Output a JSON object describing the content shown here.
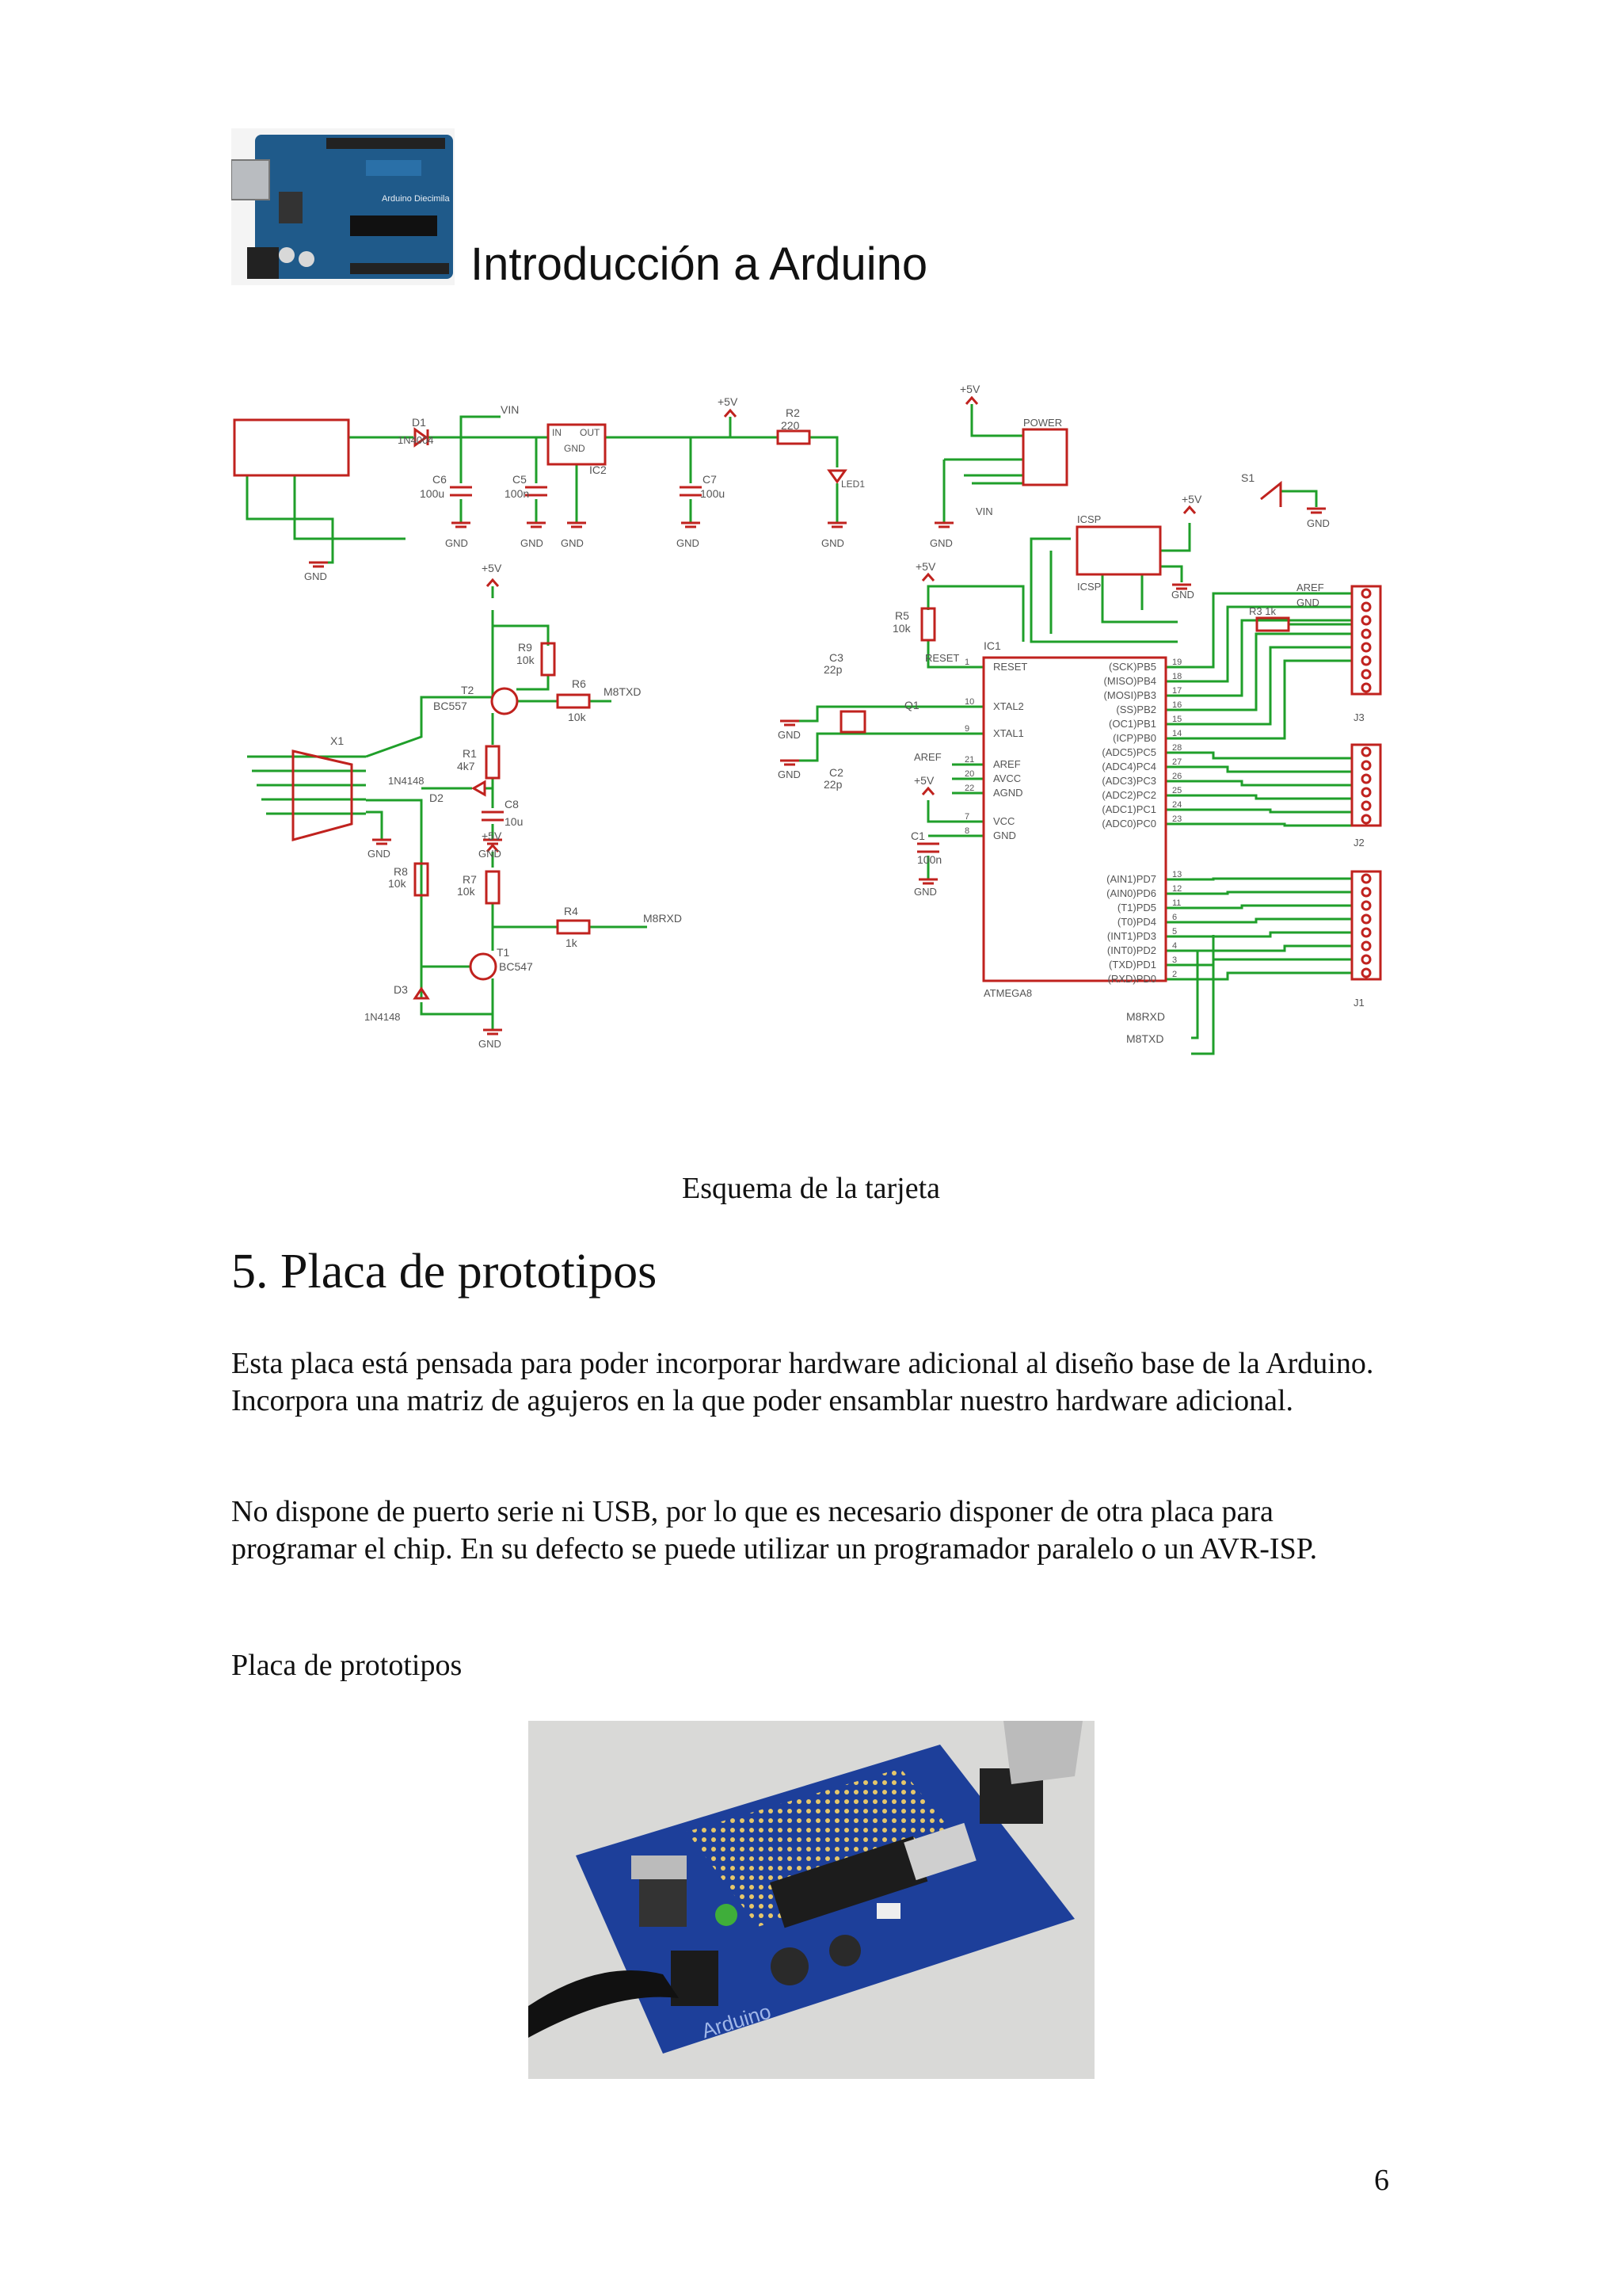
{
  "header": {
    "logo_icon": "arduino-board-photo-icon",
    "logo_text": "Arduino Diecimila",
    "title": "Introducción a Arduino"
  },
  "schematic": {
    "colors": {
      "wire": "#1f9f2a",
      "part": "#c0221e",
      "label": "#555555"
    },
    "labels": {
      "d1": "D1",
      "d1_part": "1N4004",
      "vin_top": "VIN",
      "c6": "C6",
      "c6_val": "100u",
      "c5": "C5",
      "c5_val": "100n",
      "ic2": "IC2",
      "in": "IN",
      "out": "OUT",
      "gnd": "GND",
      "c7": "C7",
      "c7_val": "100u",
      "plus5v": "+5V",
      "r2": "R2",
      "r2_val": "220",
      "led1": "LED1",
      "power": "POWER",
      "vin": "VIN",
      "s1": "S1",
      "icsp": "ICSP",
      "r3": "R3 1k",
      "aref": "AREF",
      "r5": "R5",
      "r5_val": "10k",
      "reset": "RESET",
      "ic1": "IC1",
      "c3": "C3",
      "c3_val": "22p",
      "q1": "Q1",
      "c2": "C2",
      "c2_val": "22p",
      "c1": "C1",
      "c1_val": "100n",
      "atmega": "ATMEGA8",
      "r9": "R9",
      "r9_val": "10k",
      "r6": "R6",
      "r6_val": "10k",
      "m8txd": "M8TXD",
      "t2": "T2",
      "t2_part": "BC557",
      "x1": "X1",
      "d2_part": "1N4148",
      "d2": "D2",
      "r1": "R1",
      "r1_val": "4k7",
      "c8": "C8",
      "c8_val": "10u",
      "r8": "R8",
      "r8_val": "10k",
      "r7": "R7",
      "r7_val": "10k",
      "r4": "R4",
      "r4_val": "1k",
      "m8rxd": "M8RXD",
      "t1": "T1",
      "t1_part": "BC547",
      "d3": "D3",
      "d3_part": "1N4148",
      "j1": "J1",
      "j2": "J2",
      "j3": "J3"
    },
    "ic_left_pins": [
      [
        "RESET",
        "1"
      ],
      [
        "XTAL2",
        "10"
      ],
      [
        "XTAL1",
        "9"
      ],
      [
        "AREF",
        "21"
      ],
      [
        "AVCC",
        "20"
      ],
      [
        "AGND",
        "22"
      ],
      [
        "VCC",
        "7"
      ],
      [
        "GND",
        "8"
      ]
    ],
    "ic_right_pins": [
      [
        "(SCK)PB5",
        "19"
      ],
      [
        "(MISO)PB4",
        "18"
      ],
      [
        "(MOSI)PB3",
        "17"
      ],
      [
        "(SS)PB2",
        "16"
      ],
      [
        "(OC1)PB1",
        "15"
      ],
      [
        "(ICP)PB0",
        "14"
      ],
      [
        "(ADC5)PC5",
        "28"
      ],
      [
        "(ADC4)PC4",
        "27"
      ],
      [
        "(ADC3)PC3",
        "26"
      ],
      [
        "(ADC2)PC2",
        "25"
      ],
      [
        "(ADC1)PC1",
        "24"
      ],
      [
        "(ADC0)PC0",
        "23"
      ],
      [
        "(AIN1)PD7",
        "13"
      ],
      [
        "(AIN0)PD6",
        "12"
      ],
      [
        "(T1)PD5",
        "11"
      ],
      [
        "(T0)PD4",
        "6"
      ],
      [
        "(INT1)PD3",
        "5"
      ],
      [
        "(INT0)PD2",
        "4"
      ],
      [
        "(TXD)PD1",
        "3"
      ],
      [
        "(RXD)PD0",
        "2"
      ]
    ]
  },
  "caption": "Esquema de la tarjeta",
  "section": {
    "title": "5. Placa de prototipos",
    "paragraphs": [
      "Esta placa está pensada para poder incorporar hardware adicional al diseño base de la Arduino. Incorpora una matriz de agujeros en la que poder ensamblar nuestro hardware adicional.",
      "No dispone de puerto serie ni USB, por lo que es necesario disponer de otra placa para programar el chip. En su defecto se puede utilizar un programador paralelo o un AVR-ISP."
    ],
    "photo_label": "Placa de prototipos",
    "photo_icon": "prototype-board-photo-icon",
    "photo_board_text": "Arduino"
  },
  "page_number": "6"
}
